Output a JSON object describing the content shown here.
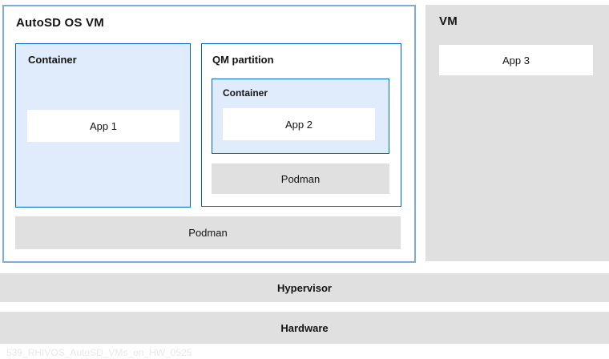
{
  "diagram": {
    "autosd_vm": {
      "title": "AutoSD OS VM",
      "container1": {
        "title": "Container",
        "app_label": "App 1"
      },
      "qm_partition": {
        "title": "QM partition",
        "container": {
          "title": "Container",
          "app_label": "App 2"
        },
        "podman_label": "Podman"
      },
      "podman_label": "Podman"
    },
    "vm": {
      "title": "VM",
      "app_label": "App 3"
    },
    "hypervisor_label": "Hypervisor",
    "hardware_label": "Hardware",
    "caption": "539_RHIVOS_AutoSD_VMs_on_HW_0525"
  },
  "colors": {
    "outer_border": "#7cabdd",
    "inner_border": "#0066cc",
    "container_fill": "#e0ecfb",
    "gray_fill": "#e0e0e0",
    "text": "#151515",
    "caption": "#e9e9e9"
  }
}
